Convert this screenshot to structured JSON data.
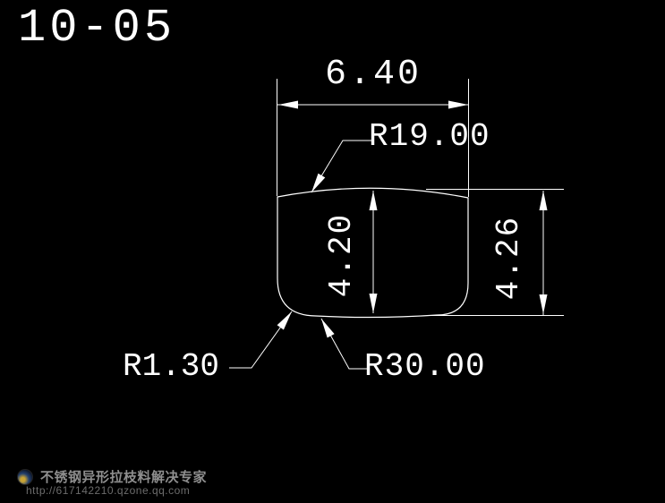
{
  "title": "10-05",
  "colors": {
    "background": "#000000",
    "line": "#ffffff",
    "watermark_text": "#8e8e8e",
    "watermark_url": "#6c6c6c"
  },
  "dimensions": {
    "width_label": "6.40",
    "height_left_label": "4.20",
    "height_right_label": "4.26",
    "radius_top_label": "R19.00",
    "radius_bottom_left_label": "R1.30",
    "radius_bottom_label": "R30.00"
  },
  "watermark": {
    "icon": "qq-avatar-icon",
    "text": "不锈钢异形拉枝料解决专家",
    "url": "http://617142210.qzone.qq.com"
  }
}
